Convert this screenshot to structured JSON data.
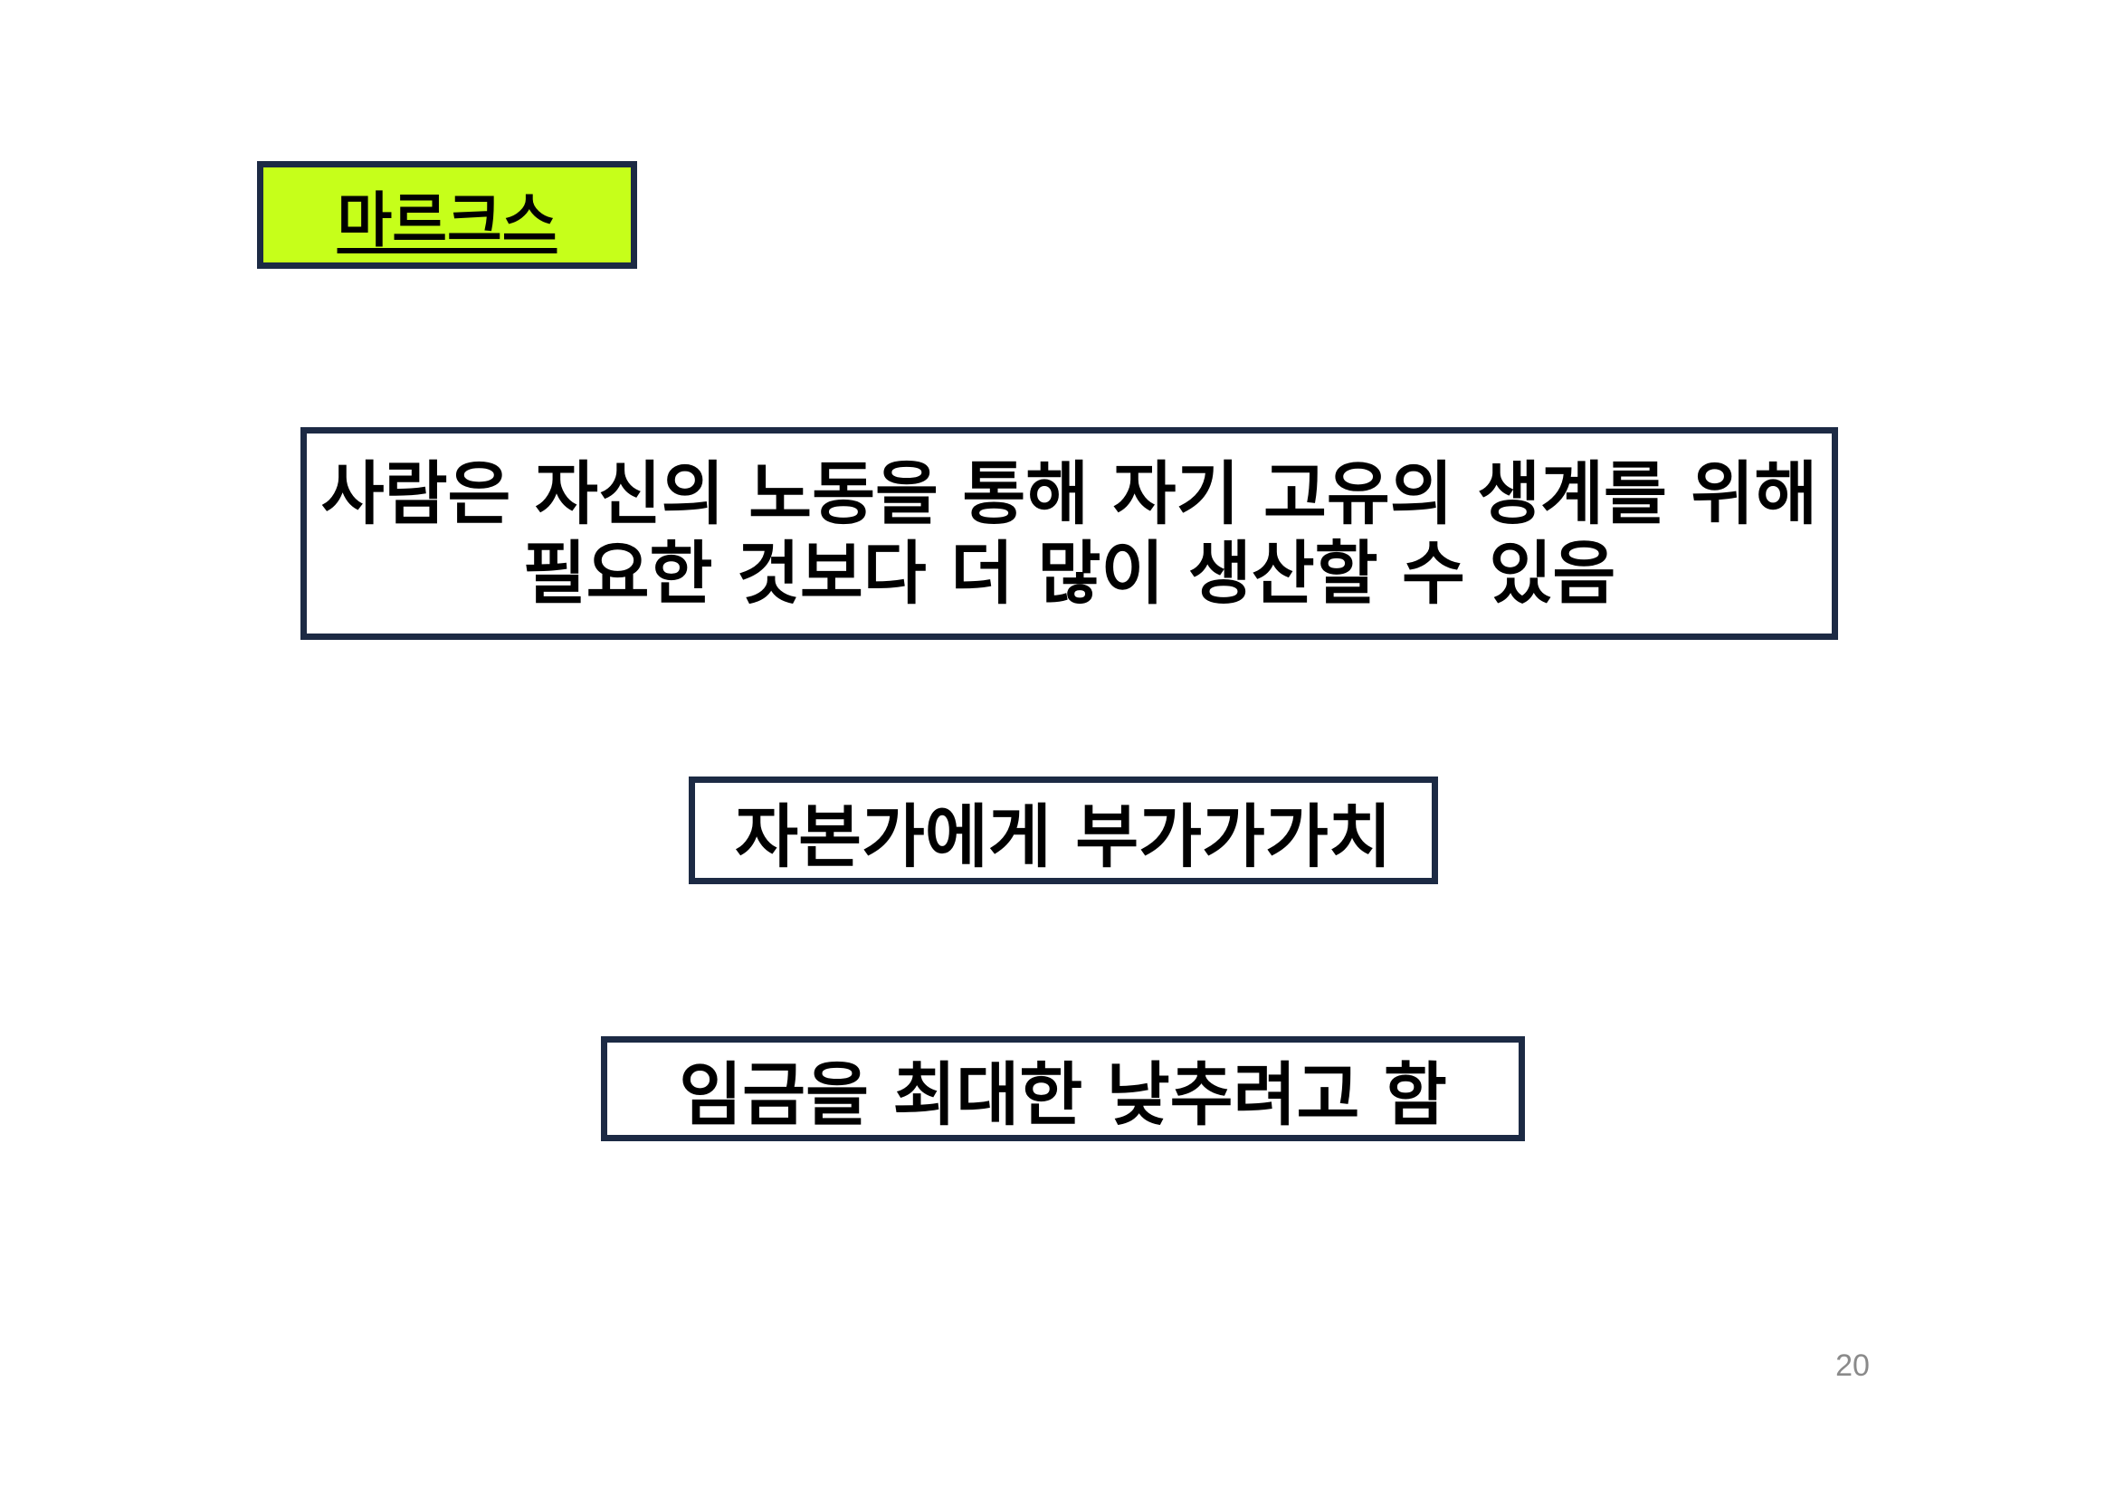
{
  "slide": {
    "title": "마르크스",
    "statement_line1": "사람은 자신의 노동을 통해 자기 고유의 생계를 위해",
    "statement_line2": "필요한 것보다 더 많이 생산할 수 있음",
    "surplus_value": "자본가에게 부가가가치",
    "wages": "임금을 최대한 낮추려고 함",
    "page_number": "20"
  },
  "colors": {
    "title_background": "#c6ff1a",
    "box_border": "#1c2a44",
    "page_number": "#8a8a8a"
  }
}
